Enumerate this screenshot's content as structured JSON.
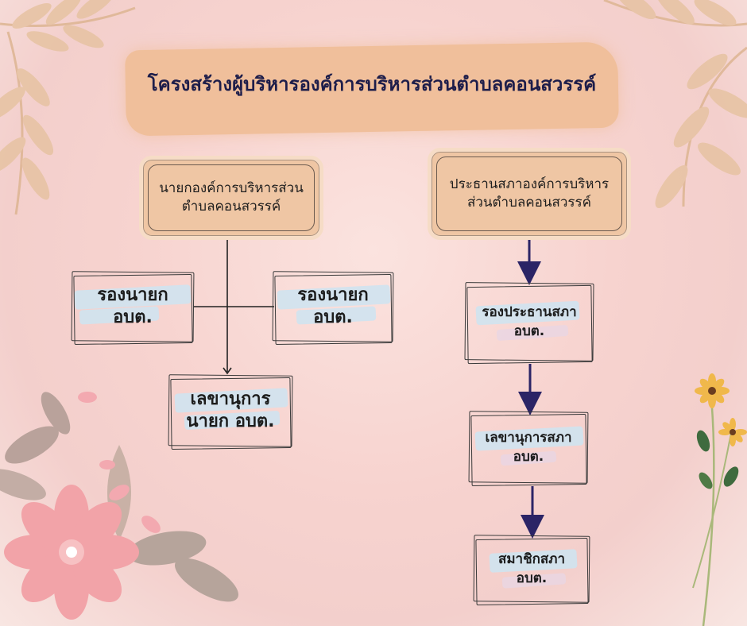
{
  "title": "โครงสร้างผู้บริหารองค์การบริหารส่วนตำบลคอนสวรรค์",
  "left": {
    "top_line1": "นายกองค์การบริหารส่วน",
    "top_line2": "ตำบลคอนสวรรค์",
    "deputy1_line1": "รองนายก",
    "deputy1_line2": "อบต.",
    "deputy2_line1": "รองนายก",
    "deputy2_line2": "อบต.",
    "secretary_line1": "เลขานุการ",
    "secretary_line2": "นายก อบต."
  },
  "right": {
    "top_line1": "ประธานสภาองค์การบริหาร",
    "top_line2": "ส่วนตำบลคอนสวรรค์",
    "vice_line1": "รองประธานสภา",
    "vice_line2": "อบต.",
    "secretary_line1": "เลขานุการสภา",
    "secretary_line2": "อบต.",
    "member_line1": "สมาชิกสภา",
    "member_line2": "อบต."
  },
  "colors": {
    "background": "#f7d3cf",
    "banner": "#f0bf9b",
    "top_box": "#efc6a4",
    "title_text": "#1d1d4a",
    "arrow": "#2b2466",
    "highlight": "#cfe3ef"
  }
}
